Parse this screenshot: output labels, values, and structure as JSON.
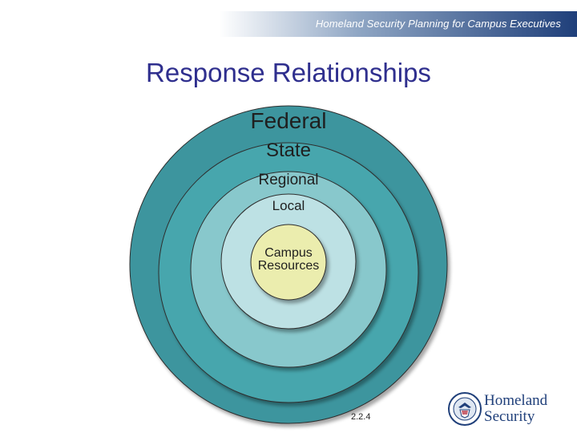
{
  "header": {
    "text": "Homeland Security Planning for Campus Executives"
  },
  "title": "Response Relationships",
  "diagram": {
    "rings": [
      {
        "label": "Federal",
        "color": "#3d959e"
      },
      {
        "label": "State",
        "color": "#47a6ad"
      },
      {
        "label": "Regional",
        "color": "#88c8cc"
      },
      {
        "label": "Local",
        "color": "#bde1e4"
      },
      {
        "label": "Campus Resources",
        "label_lines": [
          "Campus",
          "Resources"
        ],
        "color": "#ebedae"
      }
    ]
  },
  "footer": {
    "page_number": "2.2.4",
    "logo": {
      "line1": "Homeland",
      "line2": "Security",
      "color": "#1f3f7a"
    }
  }
}
